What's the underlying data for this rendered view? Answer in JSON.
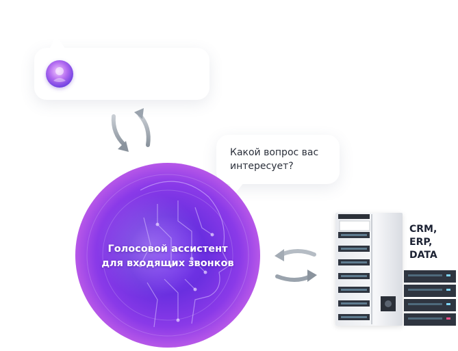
{
  "chat_card": {
    "icon": "assistant-avatar-icon"
  },
  "question_bubble": {
    "text": "Какой вопрос вас интересует?"
  },
  "assistant": {
    "label_line1": "Голосовой ассистент",
    "label_line2": "для входящих звонков",
    "icon": "ai-head-circuit-icon"
  },
  "integrations": {
    "line1": "CRM,",
    "line2": "ERP,",
    "line3": "DATA"
  },
  "colors": {
    "sphere_primary": "#6a2fe0",
    "sphere_glow": "#c25fe8",
    "arrow": "#9aa3ad",
    "text_dark": "#1c2233"
  }
}
